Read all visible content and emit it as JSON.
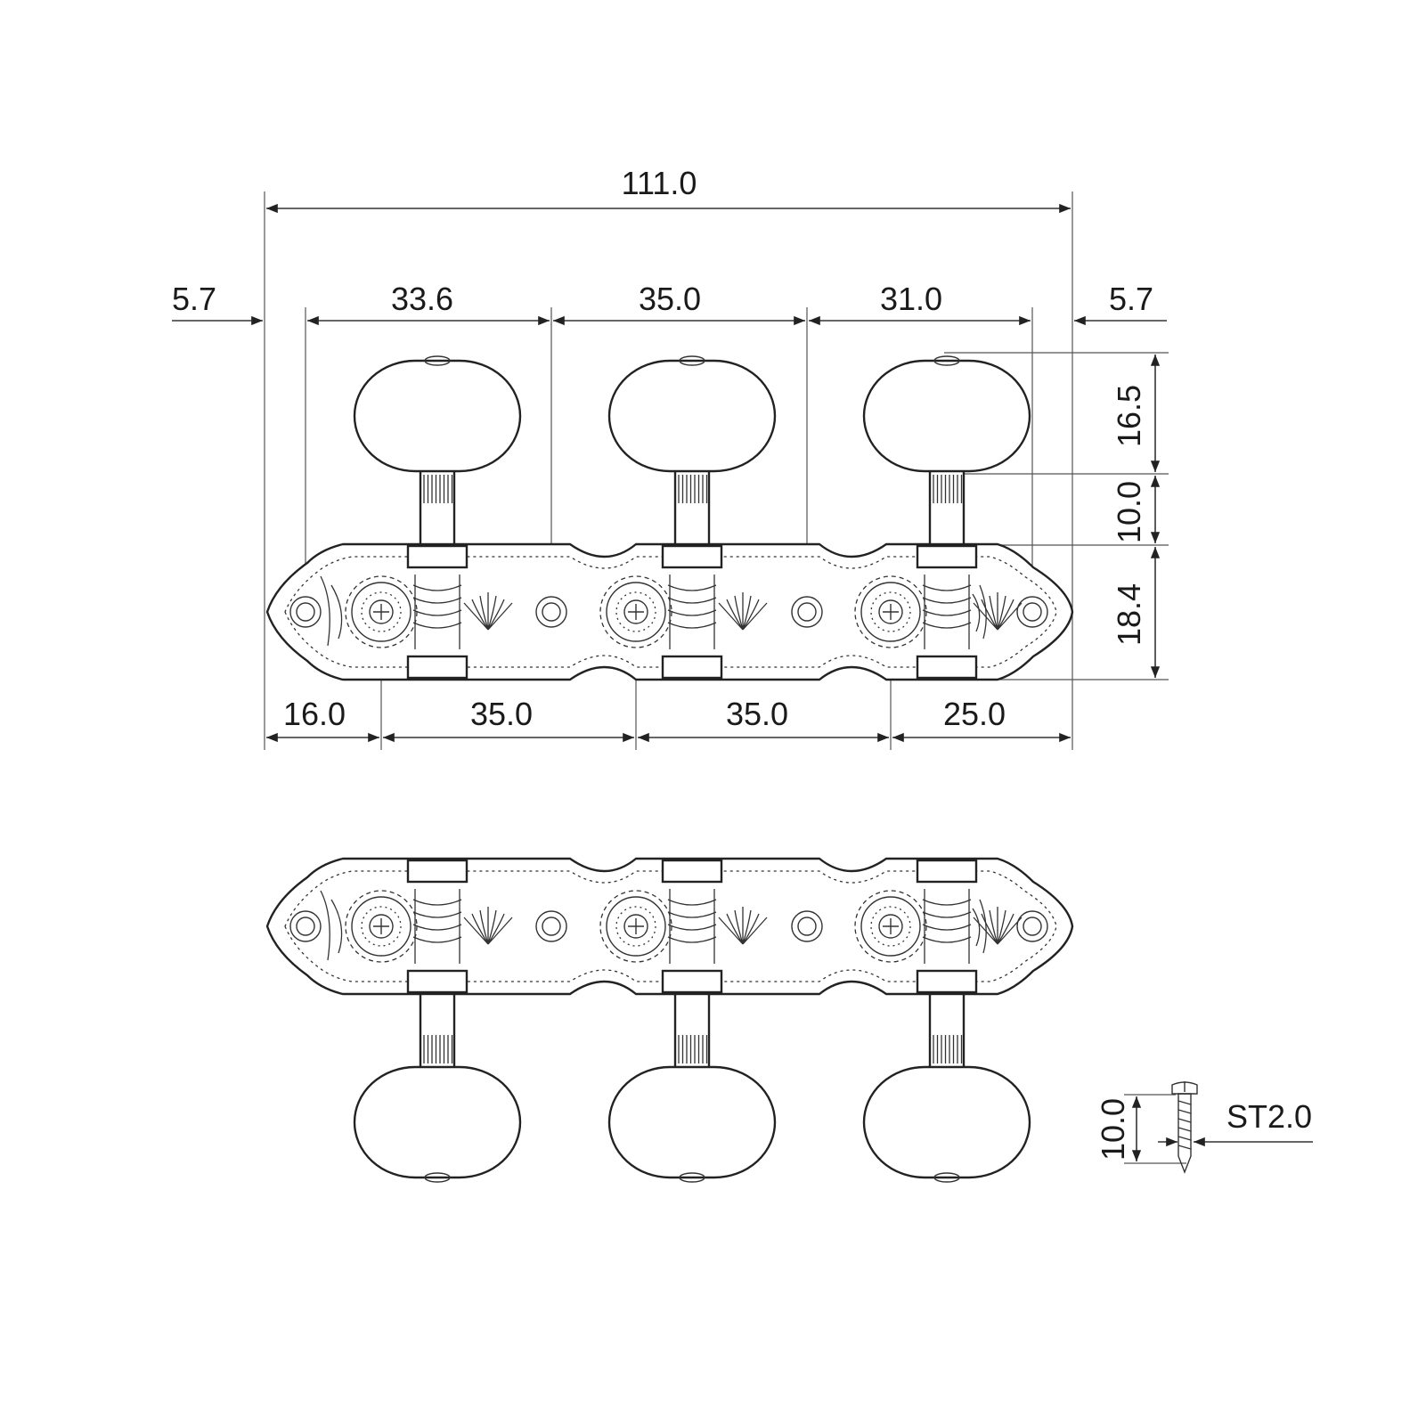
{
  "dimensions": {
    "overall_width": "111.0",
    "left_margin": "5.7",
    "right_margin": "5.7",
    "hole_spacing_1": "33.6",
    "hole_spacing_2": "35.0",
    "hole_spacing_3": "31.0",
    "button_height": "16.5",
    "post_height": "10.0",
    "plate_height": "18.4",
    "bottom_left": "16.0",
    "gear_spacing_1": "35.0",
    "gear_spacing_2": "35.0",
    "bottom_right": "25.0",
    "screw_length": "10.0",
    "screw_spec": "ST2.0"
  },
  "colors": {
    "line": "#333333",
    "background": "#ffffff"
  }
}
